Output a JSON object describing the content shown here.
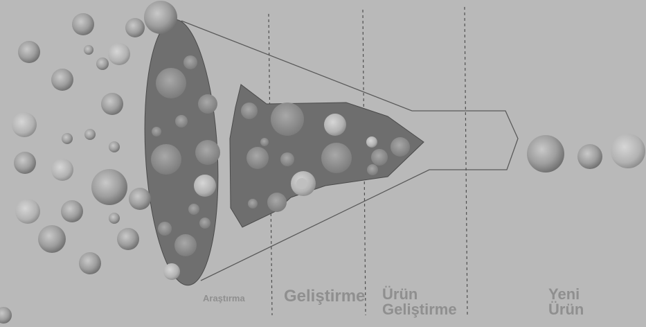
{
  "stages": {
    "research": "Araştırma",
    "development": "Geliştirme",
    "product_development": [
      "Ürün",
      "Geliştirme"
    ],
    "new_product": [
      "Yeni",
      "Ürün"
    ]
  },
  "colors": {
    "background": "#b9b9b9",
    "funnel_fill": "#6f6f6f",
    "funnel_inner": "#7a7a7a",
    "bubble_dark": "#8a8a8a",
    "bubble_light": "#bdbdbd",
    "outline": "#4a4a4a",
    "label": "#8f8f8f"
  }
}
